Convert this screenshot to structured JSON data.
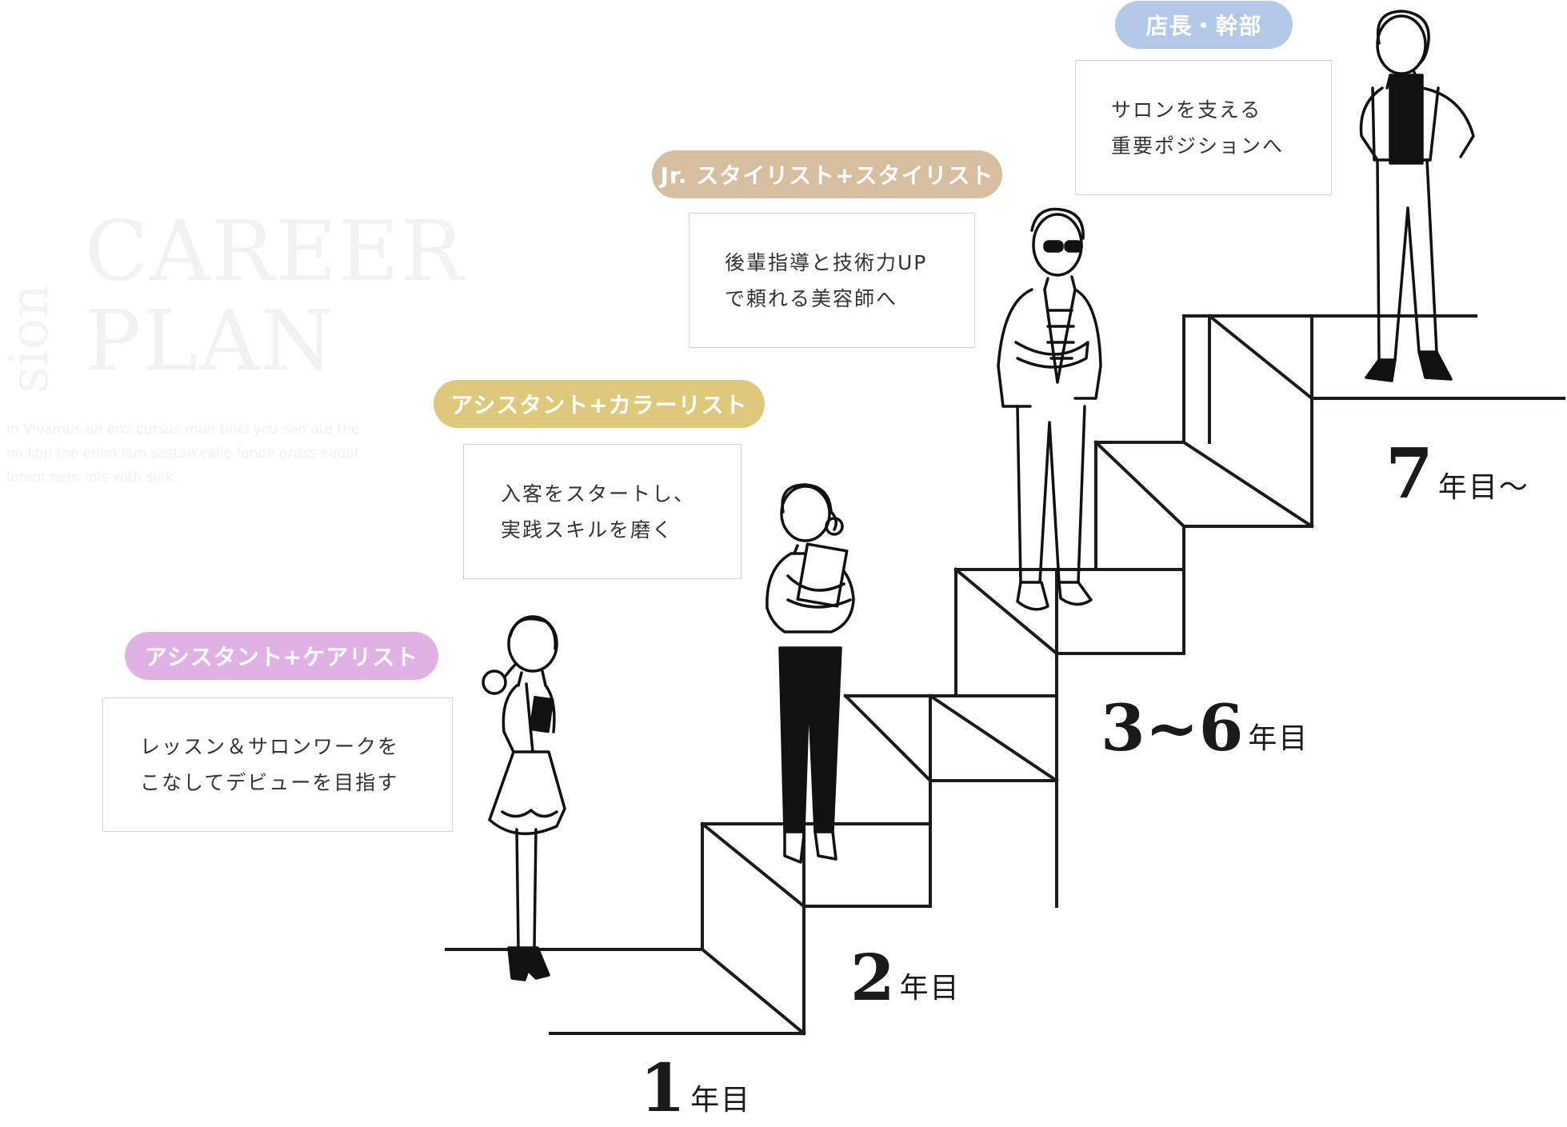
{
  "watermark": {
    "vertical": "sion",
    "title": "CAREER\nPLAN",
    "description": "In Vivamus an orci cursus mun tinci you son ate the on kop the enim lam sastan calle fonde grass equat lorem nem mis with sink."
  },
  "stages": [
    {
      "role": "アシスタント+ケアリスト",
      "color": "#e0b2e3",
      "line1": "レッスン＆サロンワークを",
      "line2": "こなしてデビューを目指す"
    },
    {
      "role": "アシスタント+カラーリスト",
      "color": "#dcc97c",
      "line1": "入客をスタートし、",
      "line2": "実践スキルを磨く"
    },
    {
      "role": "Jr. スタイリスト+スタイリスト",
      "color": "#d6bf9f",
      "line1": "後輩指導と技術力UP",
      "line2": "で頼れる美容師へ"
    },
    {
      "role": "店長・幹部",
      "color": "#b2c9ea",
      "line1": "サロンを支える",
      "line2": "重要ポジションへ"
    }
  ],
  "years": [
    {
      "num": "1",
      "unit": "年目"
    },
    {
      "num": "2",
      "unit": "年目"
    },
    {
      "num": "3~6",
      "unit": "年目"
    },
    {
      "num": "7",
      "unit": "年目～"
    }
  ],
  "icons": [
    "stylist-assistant-figure",
    "colorist-figure",
    "stylist-figure",
    "manager-figure"
  ]
}
